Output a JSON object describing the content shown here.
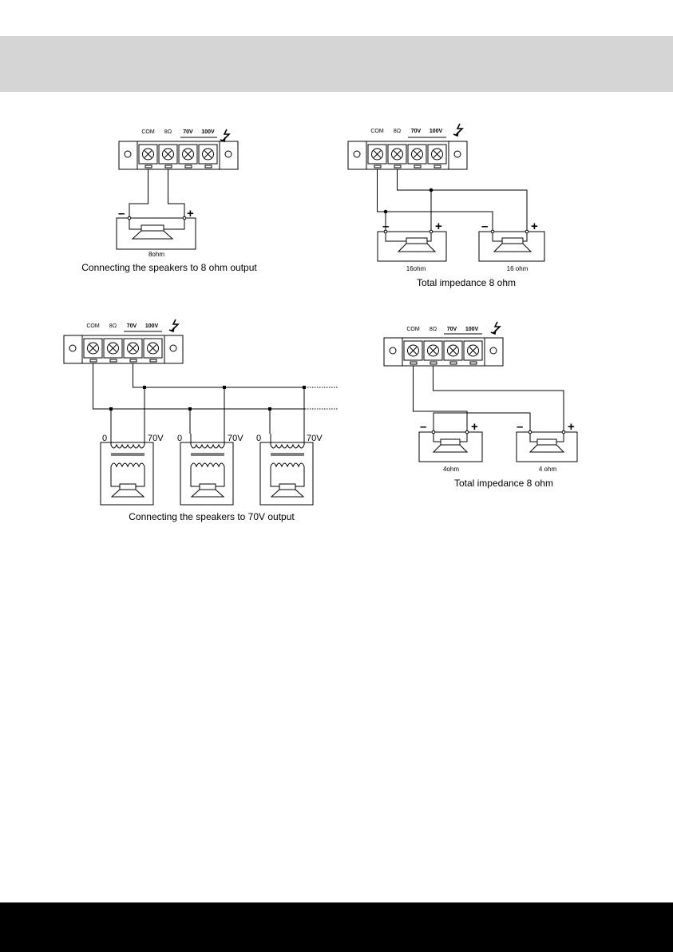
{
  "terminal_labels": {
    "com": "COM",
    "ohm8": "8Ω",
    "v70": "70V",
    "v100": "100V"
  },
  "polarity": {
    "minus": "–",
    "plus": "+"
  },
  "diagrams": {
    "d1": {
      "speaker_label": "8ohm",
      "caption": "Connecting the speakers to 8 ohm output"
    },
    "d2": {
      "speaker_labels": [
        "16ohm",
        "16 ohm"
      ],
      "caption": "Total impedance 8 ohm"
    },
    "d3": {
      "tap_low": "0",
      "tap_high": "70V",
      "caption": "Connecting the speakers to 70V output"
    },
    "d4": {
      "speaker_labels": [
        "4ohm",
        "4 ohm"
      ],
      "caption": "Total impedance 8 ohm"
    }
  }
}
